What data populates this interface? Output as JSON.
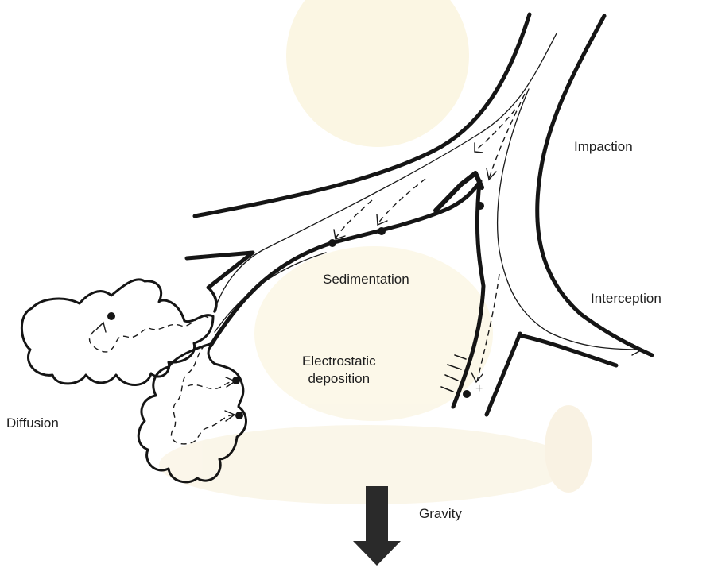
{
  "labels": {
    "impaction": "Impaction",
    "sedimentation": "Sedimentation",
    "interception": "Interception",
    "electrostatic_line1": "Electrostatic",
    "electrostatic_line2": "deposition",
    "diffusion": "Diffusion",
    "gravity": "Gravity",
    "plus_sign": "+"
  },
  "colors": {
    "ink": "#151515",
    "watermark": "#f5e6a8",
    "gravity_arrow": "#2a2a2a"
  },
  "icons": {
    "gravity": "down-arrow-icon",
    "particle": "particle-dot-icon"
  }
}
